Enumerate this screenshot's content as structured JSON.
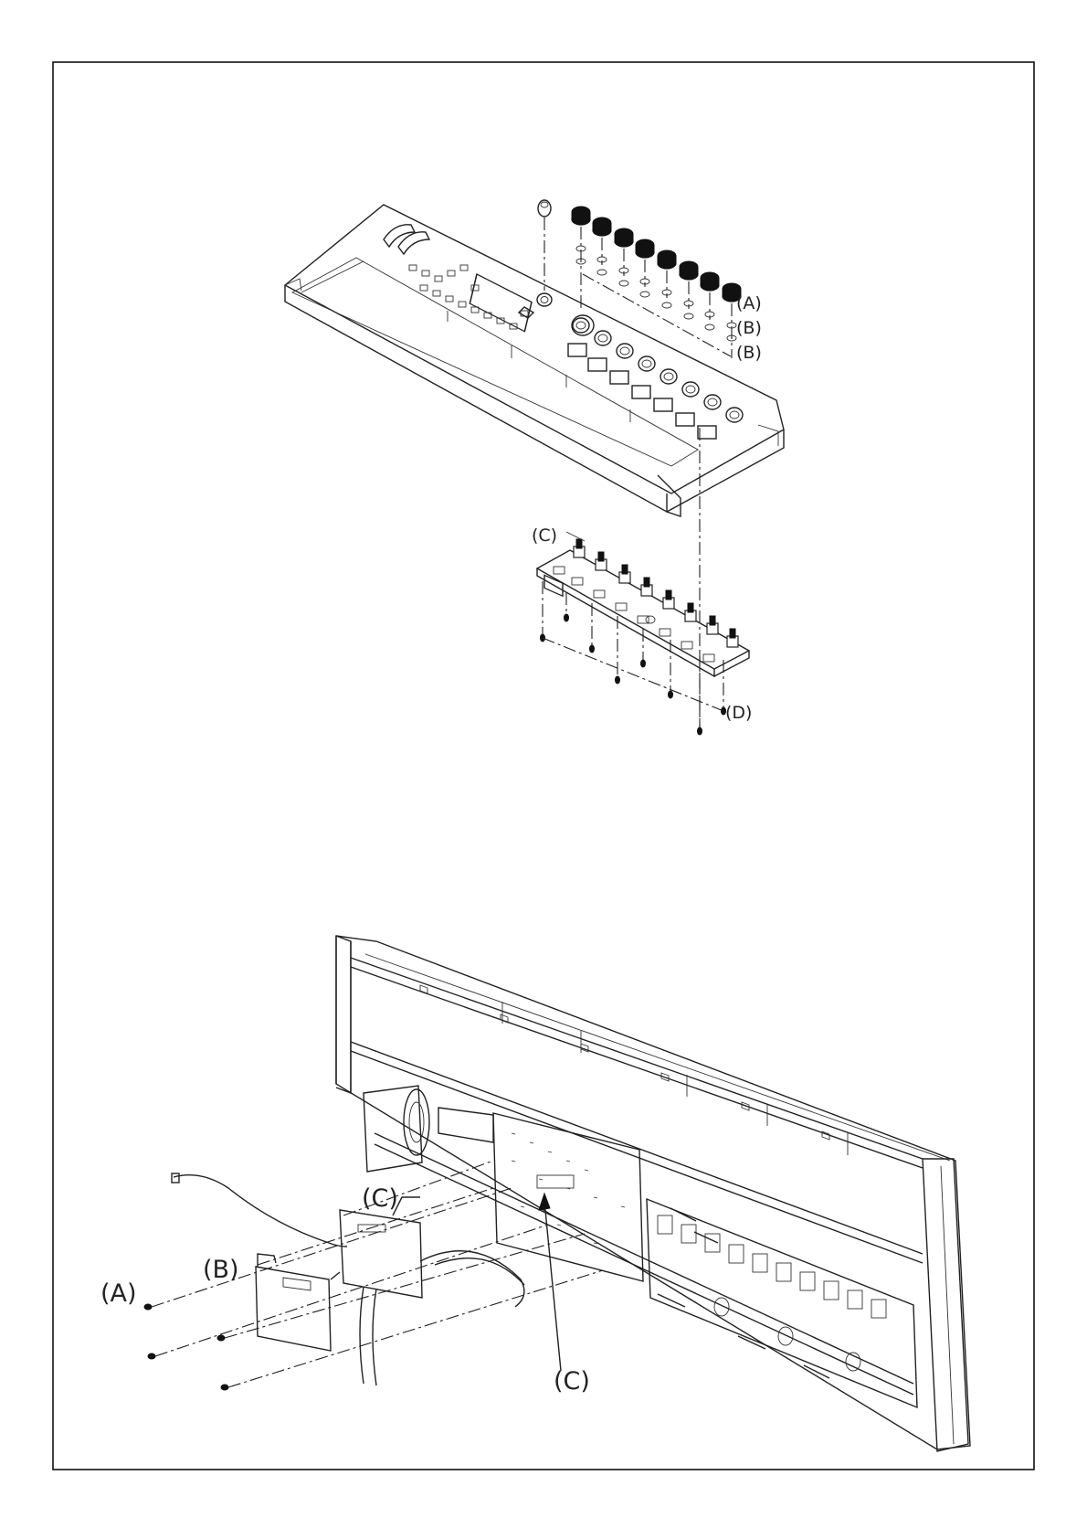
{
  "top_view": {
    "labels": [
      {
        "id": "A",
        "text": "(A)"
      },
      {
        "id": "B1",
        "text": "(B)"
      },
      {
        "id": "B2",
        "text": "(B)"
      },
      {
        "id": "C",
        "text": "(C)"
      },
      {
        "id": "D",
        "text": "(D)"
      }
    ]
  },
  "bottom_view": {
    "labels": [
      {
        "id": "A",
        "text": "(A)"
      },
      {
        "id": "B",
        "text": "(B)"
      },
      {
        "id": "C1",
        "text": "(C)"
      },
      {
        "id": "C2",
        "text": "(C)"
      }
    ]
  }
}
